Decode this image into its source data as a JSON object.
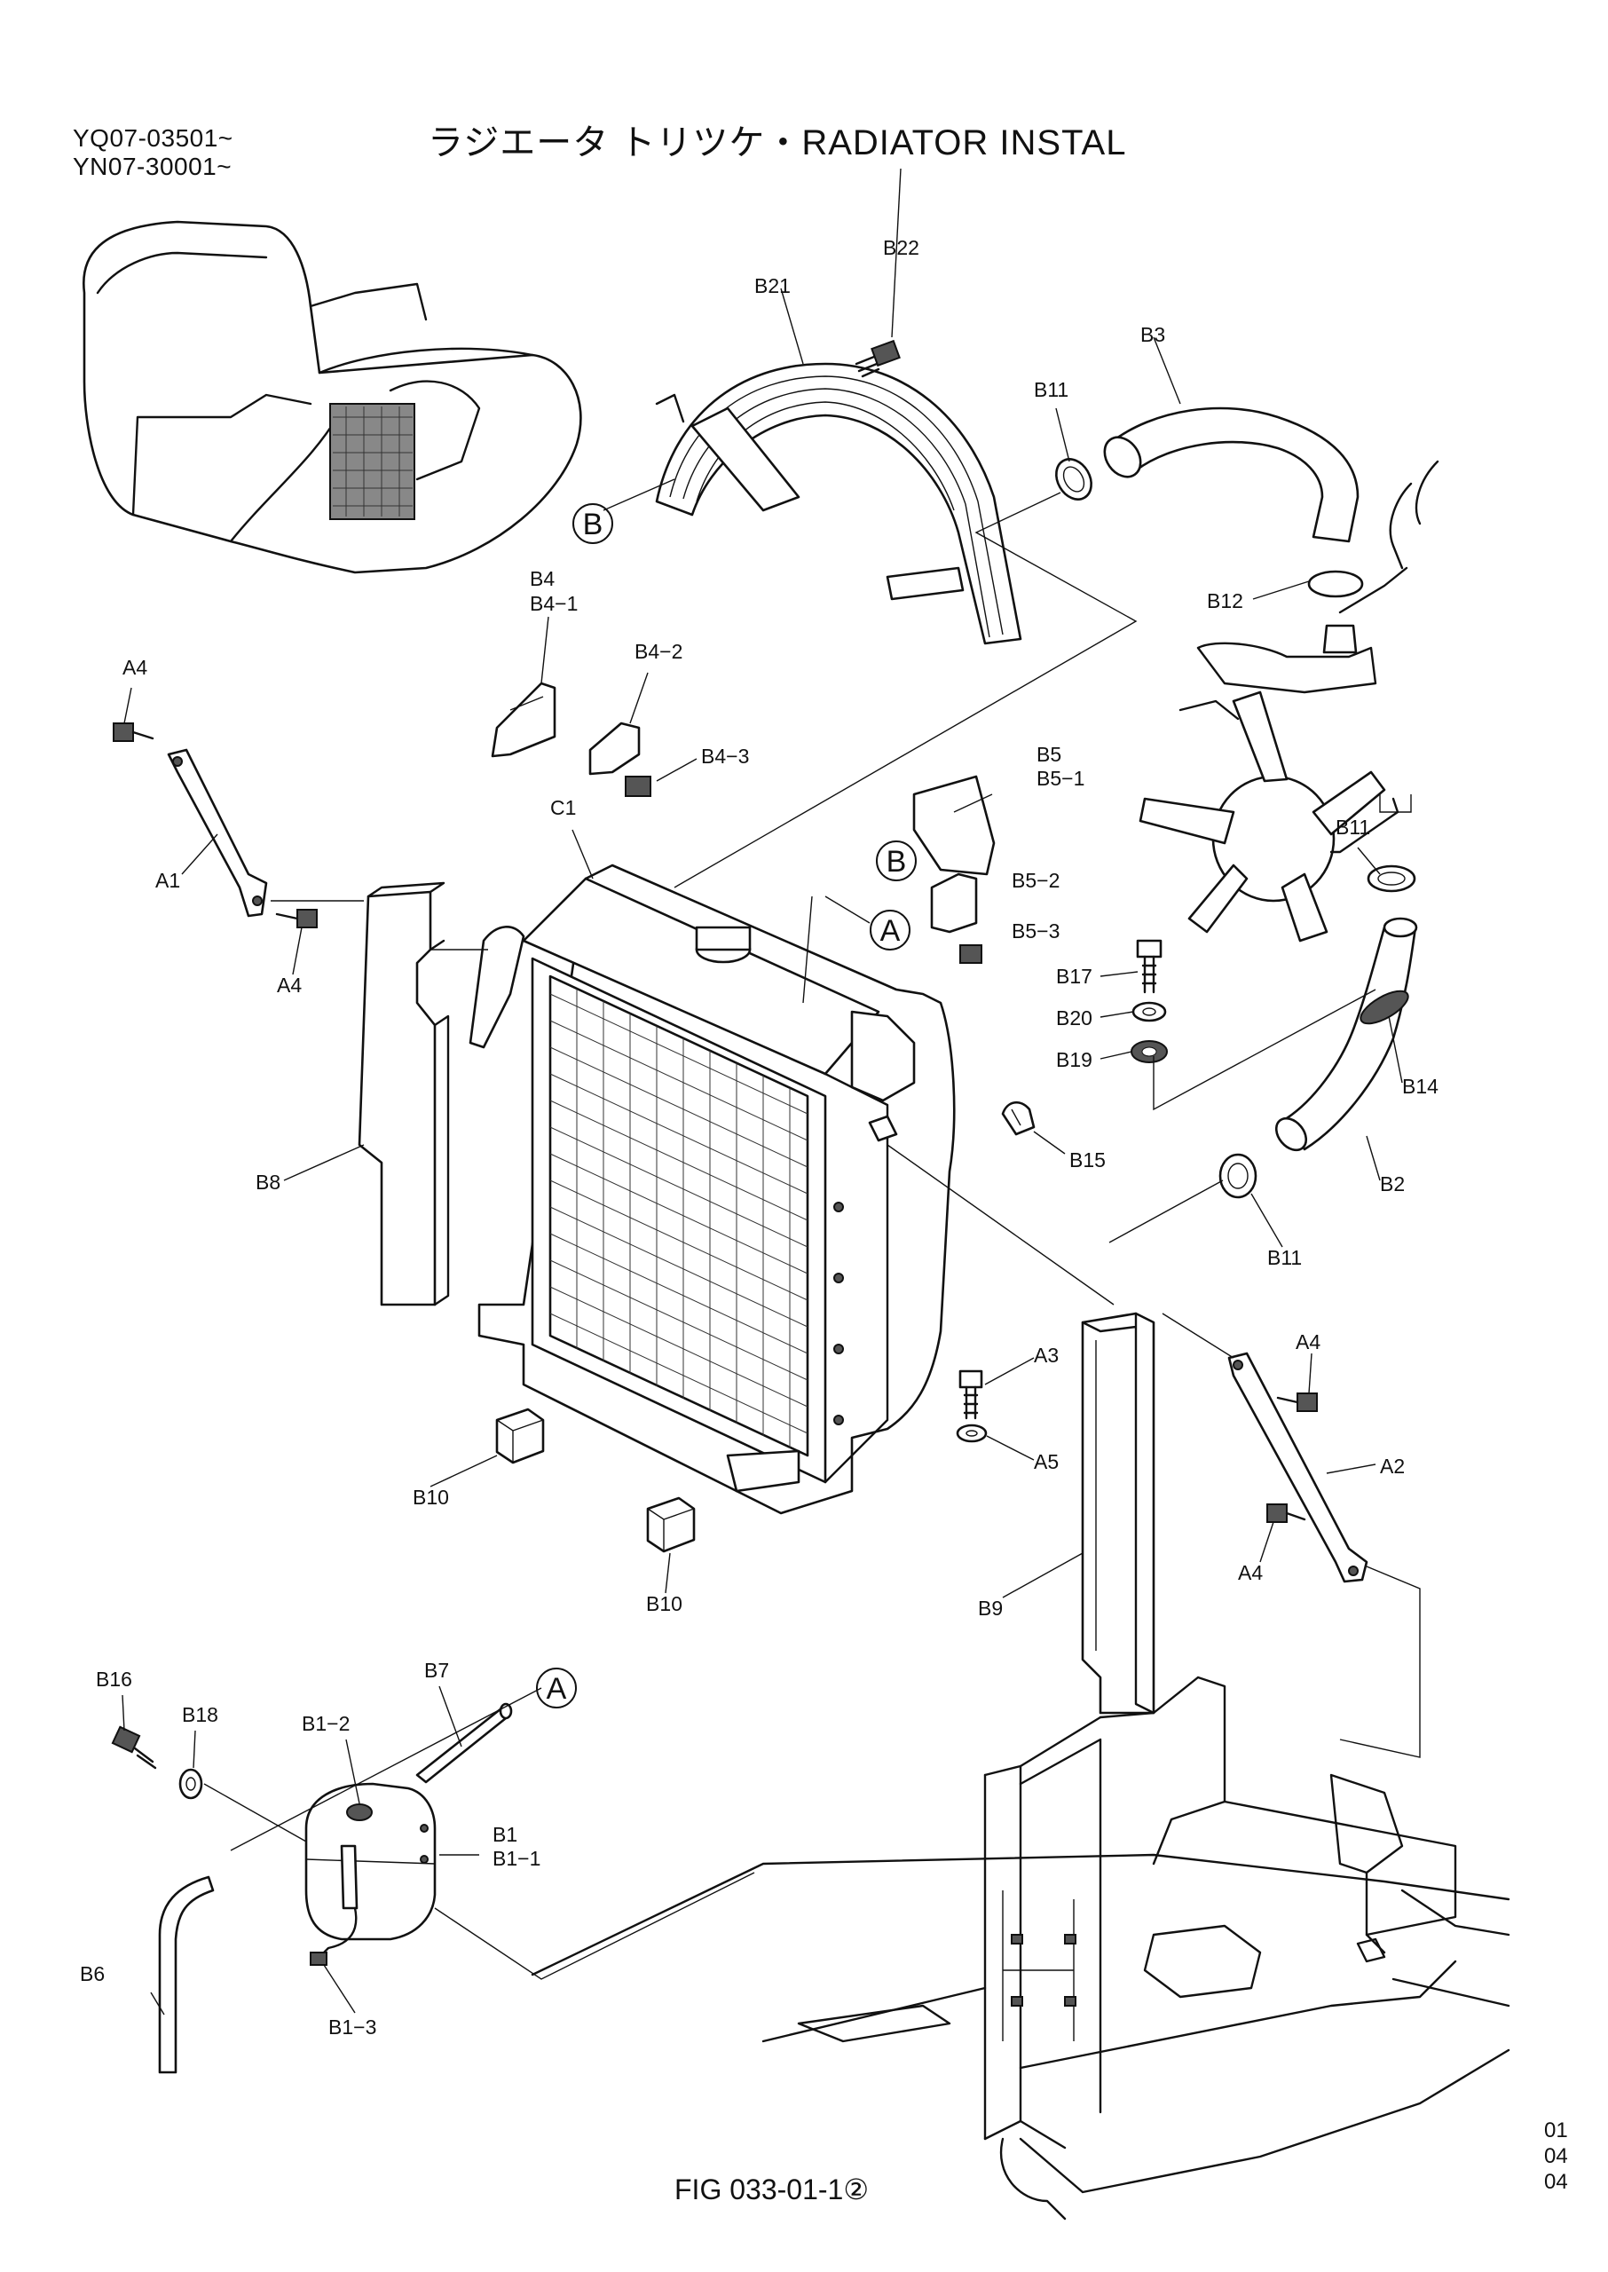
{
  "header": {
    "serial_1": "YQ07-03501~",
    "serial_2": "YN07-30001~",
    "title": "ラジエータ トリツケ・RADIATOR INSTAL"
  },
  "footer": {
    "figure_ref": "FIG 033-01-1②",
    "page_1": "01",
    "page_2": "04",
    "page_3": "04"
  },
  "callouts": {
    "b": "B",
    "a": "A"
  },
  "parts": {
    "b22": "B22",
    "b21": "B21",
    "b3": "B3",
    "b11_top": "B11",
    "b12": "B12",
    "b4": "B4",
    "b4_1": "B4−1",
    "b4_2": "B4−2",
    "b4_3": "B4−3",
    "a4_1": "A4",
    "a1": "A1",
    "a4_2": "A4",
    "c1": "C1",
    "b5": "B5",
    "b5_1": "B5−1",
    "b5_2": "B5−2",
    "b5_3": "B5−3",
    "b11_mid": "B11",
    "b17": "B17",
    "b20": "B20",
    "b19": "B19",
    "b14": "B14",
    "b15": "B15",
    "b2": "B2",
    "b11_low": "B11",
    "b8": "B8",
    "a3": "A3",
    "a5": "A5",
    "a4_3": "A4",
    "a2": "A2",
    "a4_4": "A4",
    "b10_1": "B10",
    "b10_2": "B10",
    "b9": "B9",
    "b16": "B16",
    "b18": "B18",
    "b7": "B7",
    "b1_2": "B1−2",
    "b1": "B1",
    "b1_1": "B1−1",
    "b6": "B6",
    "b1_3": "B1−3"
  },
  "colors": {
    "ink": "#111111",
    "paper": "#ffffff"
  }
}
